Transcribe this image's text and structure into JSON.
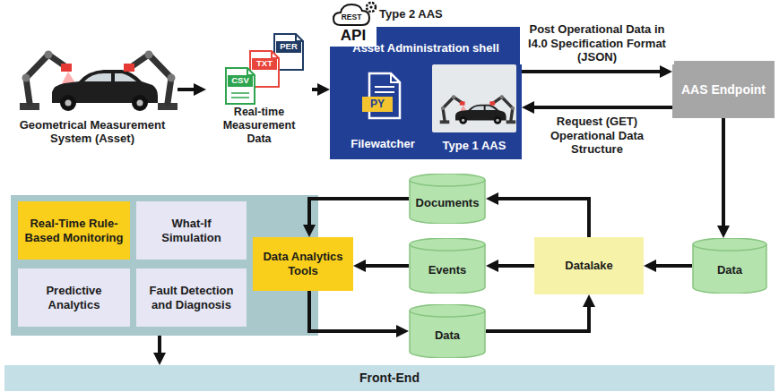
{
  "diagram": {
    "nodes": [
      {
        "text": [
          "Geometrical Measurement System (Asset)"
        ]
      },
      {
        "text": [
          "Real-time Measurement Data"
        ]
      },
      {
        "text": [
          "Type 2 AAS",
          "Asset Administration shell"
        ]
      },
      {
        "text": [
          "Filewatcher"
        ],
        "in": 2
      },
      {
        "text": [
          "Type 1 AAS"
        ],
        "in": 2
      },
      {
        "text": [
          "AAS Endpoint"
        ]
      },
      {
        "text": []
      },
      {
        "text": [
          "Real-Time Rule-Based Monitoring"
        ],
        "in": 6
      },
      {
        "text": [
          "What-If Simulation"
        ],
        "in": 6
      },
      {
        "text": [
          "Predictive Analytics"
        ],
        "in": 6
      },
      {
        "text": [
          "Fault Detection and Diagnosis"
        ],
        "in": 6
      },
      {
        "text": [
          "Data Analytics Tools"
        ]
      },
      {
        "text": [
          "Documents"
        ]
      },
      {
        "text": [
          "Events"
        ]
      },
      {
        "text": [
          "Datalake"
        ]
      },
      {
        "text": [
          "Data"
        ]
      },
      {
        "text": [
          "Data"
        ]
      },
      {
        "text": [
          "Front-End"
        ]
      }
    ],
    "edges": [
      {
        "from": 0,
        "to": 1,
        "arrow": "to"
      },
      {
        "from": 1,
        "to": 2,
        "arrow": "to"
      },
      {
        "from": 2,
        "to": 5,
        "label": "Post Operational Data in I4.0 Specification Format (JSON)",
        "arrow": "to"
      },
      {
        "from": 5,
        "to": 2,
        "label": "Request (GET) Operational Data Structure",
        "arrow": "to"
      },
      {
        "from": 5,
        "to": 15,
        "arrow": "to"
      },
      {
        "from": 15,
        "to": 14,
        "arrow": "to"
      },
      {
        "from": 14,
        "to": 12,
        "arrow": "to"
      },
      {
        "from": 14,
        "to": 13,
        "arrow": "to"
      },
      {
        "from": 12,
        "to": 11,
        "arrow": "to"
      },
      {
        "from": 13,
        "to": 11,
        "arrow": "to"
      },
      {
        "from": 11,
        "to": 16,
        "arrow": "to"
      },
      {
        "from": 16,
        "to": 14,
        "arrow": "to"
      },
      {
        "from": 6,
        "to": 17,
        "arrow": "to"
      }
    ],
    "labels": [
      "REST",
      "API",
      "PER",
      "TXT",
      "CSV",
      "PY"
    ]
  }
}
